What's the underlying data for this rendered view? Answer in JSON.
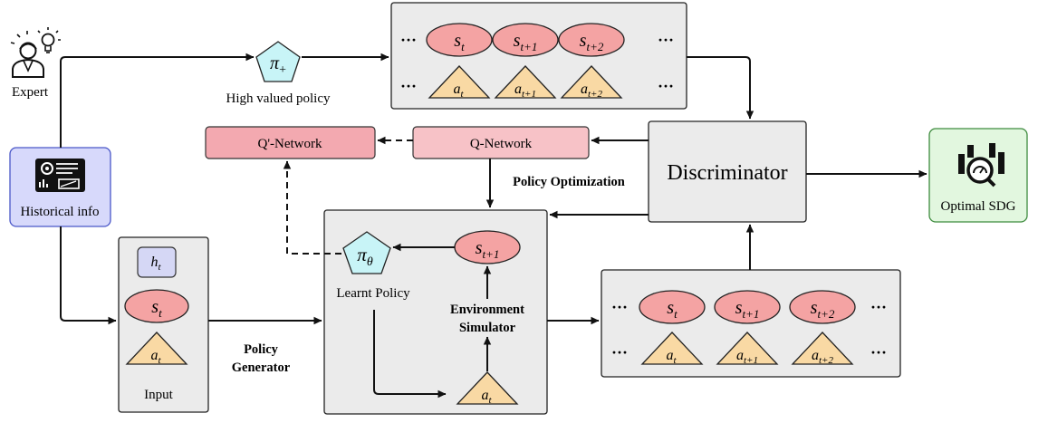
{
  "colors": {
    "panel_fill": "#ebebeb",
    "panel_stroke": "#222222",
    "state_fill": "#f4a3a3",
    "action_fill": "#f9d9a4",
    "policy_fill": "#c8f4f7",
    "qnet_fill": "#f7c2c7",
    "qprime_fill": "#f3a9b0",
    "history_fill": "#d7d9fb",
    "history_stroke": "#4a57c8",
    "h_fill": "#d5d7f5",
    "optimal_fill": "#e2f7df",
    "optimal_stroke": "#3d8b3d",
    "arrow": "#111111"
  },
  "icons": {
    "expert": "expert-person-lightbulb-icon",
    "historical": "dashboard-monitor-icon",
    "optimal": "bar-chart-magnifier-icon"
  },
  "labels": {
    "expert": "Expert",
    "historical_info": "Historical info",
    "high_valued_policy": "High valued policy",
    "q_prime_network": "Q'-Network",
    "q_network": "Q-Network",
    "policy_optimization": "Policy Optimization",
    "discriminator": "Discriminator",
    "optimal_sdg": "Optimal SDG",
    "input": "Input",
    "policy_generator_line1": "Policy",
    "policy_generator_line2": "Generator",
    "learnt_policy": "Learnt Policy",
    "env_sim_line1": "Environment",
    "env_sim_line2": "Simulator",
    "ellipsis": "···"
  },
  "symbols": {
    "pi": "π",
    "plus": "+",
    "theta": "θ",
    "s": "s",
    "a": "a",
    "h": "h",
    "t": "t",
    "t1": "t+1",
    "t2": "t+2"
  }
}
